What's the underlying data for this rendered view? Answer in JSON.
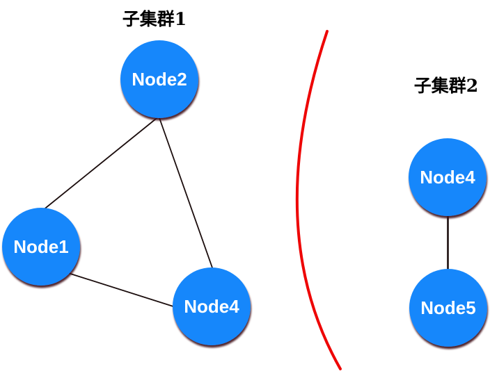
{
  "diagram": {
    "clusters": [
      {
        "title": "子集群1",
        "nodes": [
          {
            "label": "Node2"
          },
          {
            "label": "Node1"
          },
          {
            "label": "Node4"
          }
        ],
        "edges": [
          "Node2-Node1",
          "Node2-Node4",
          "Node1-Node4"
        ]
      },
      {
        "title": "子集群2",
        "nodes": [
          {
            "label": "Node4"
          },
          {
            "label": "Node5"
          }
        ],
        "edges": [
          "Node4-Node5"
        ]
      }
    ],
    "colors": {
      "node_fill": "#1787FB",
      "node_label": "#FFFFFF",
      "edge_line": "#1B0D0D",
      "divider_line": "#EE0404",
      "title_text": "#000000",
      "background": "#FFFFFF"
    }
  }
}
